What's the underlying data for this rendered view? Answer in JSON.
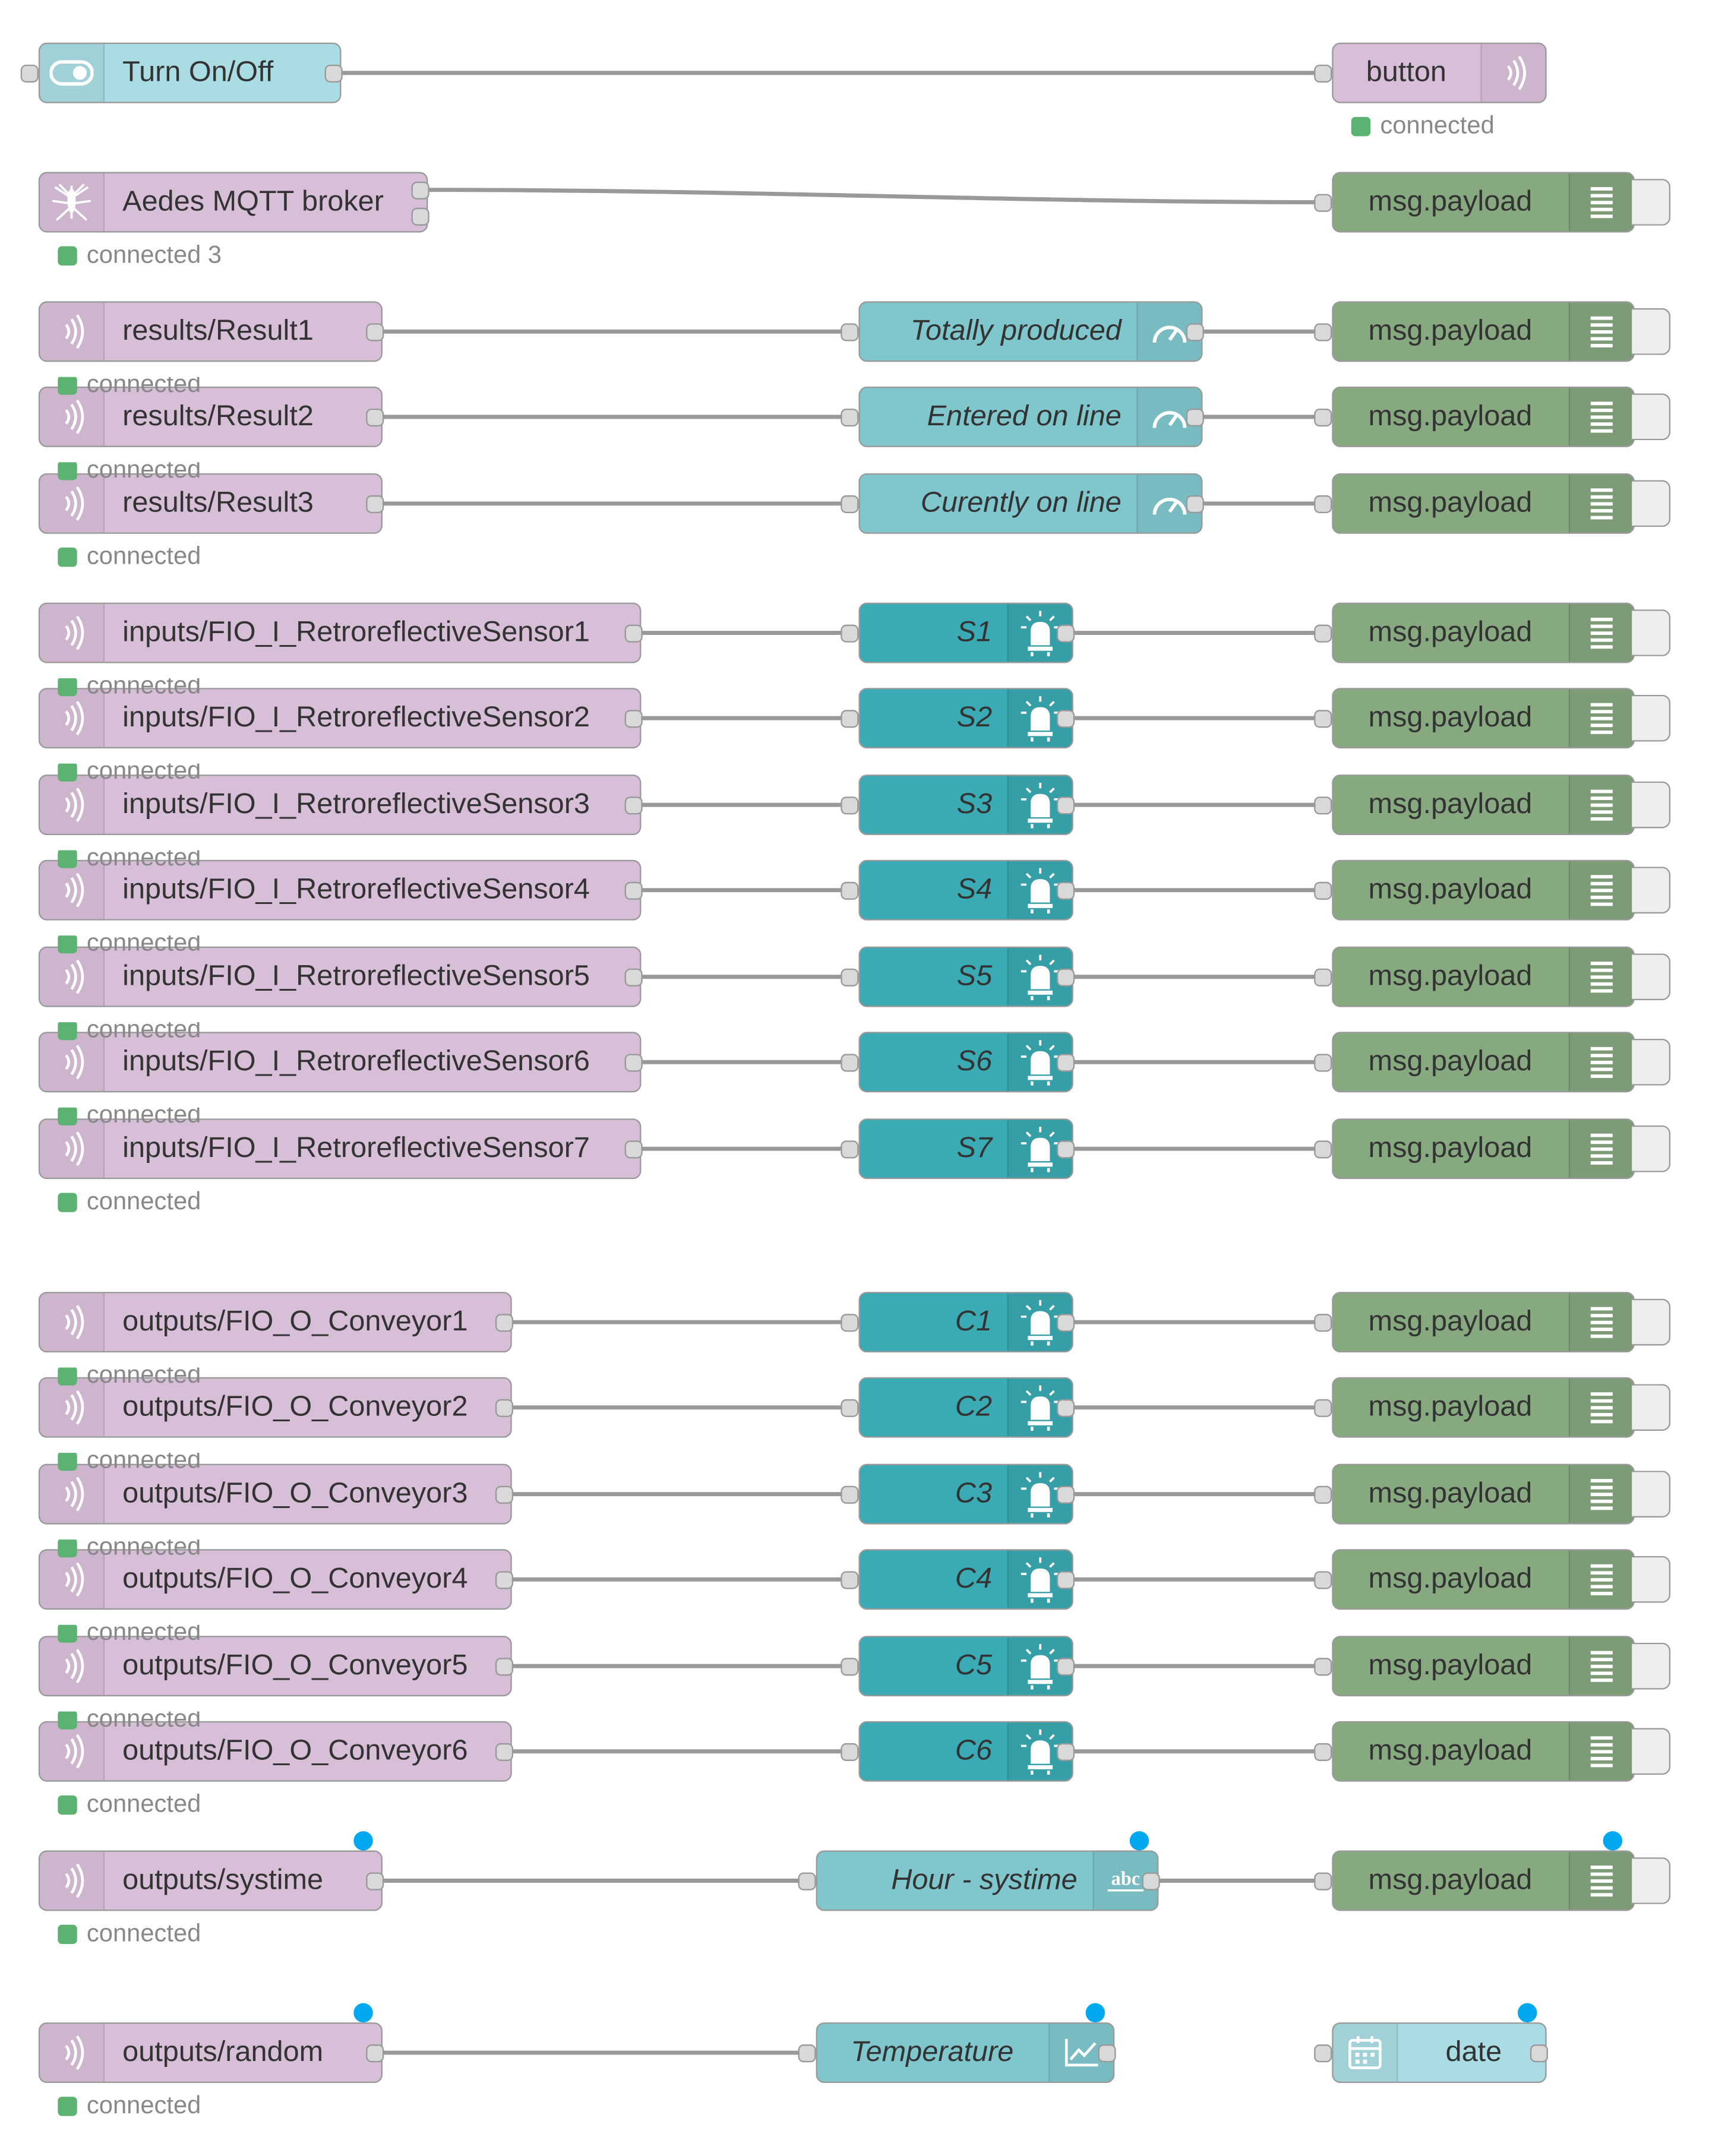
{
  "colors": {
    "mqtt_node": "#d8bfd8",
    "dashboard_node": "#7fc7cd",
    "led_node": "#3aabb4",
    "debug_node": "#87a980",
    "inject_node": "#a9dde3",
    "status_connected": "#5cb270",
    "changed_dot": "#00a8f0",
    "wire": "#999999"
  },
  "icons": {
    "mqtt": "mqtt-wave-icon",
    "switch": "toggle-switch-icon",
    "button": "button-wave-icon",
    "aedes": "mosquito-icon",
    "gauge": "gauge-icon",
    "led": "led-alarm-icon",
    "text": "abc-text-icon",
    "chart": "line-chart-icon",
    "debug": "list-icon",
    "inject": "calendar-icon"
  },
  "flow": {
    "switch": {
      "label": "Turn On/Off"
    },
    "button": {
      "label": "button",
      "status": "connected"
    },
    "broker": {
      "label": "Aedes MQTT broker",
      "status": "connected 3"
    },
    "debug_label": "msg.payload",
    "results": [
      {
        "topic": "results/Result1",
        "gauge": "Totally produced"
      },
      {
        "topic": "results/Result2",
        "gauge": "Entered on line"
      },
      {
        "topic": "results/Result3",
        "gauge": "Curently on line"
      }
    ],
    "results_status": "connected",
    "sensors": [
      {
        "topic": "inputs/FIO_I_RetroreflectiveSensor1",
        "led": "S1"
      },
      {
        "topic": "inputs/FIO_I_RetroreflectiveSensor2",
        "led": "S2"
      },
      {
        "topic": "inputs/FIO_I_RetroreflectiveSensor3",
        "led": "S3"
      },
      {
        "topic": "inputs/FIO_I_RetroreflectiveSensor4",
        "led": "S4"
      },
      {
        "topic": "inputs/FIO_I_RetroreflectiveSensor5",
        "led": "S5"
      },
      {
        "topic": "inputs/FIO_I_RetroreflectiveSensor6",
        "led": "S6"
      },
      {
        "topic": "inputs/FIO_I_RetroreflectiveSensor7",
        "led": "S7"
      }
    ],
    "sensors_status": "connected",
    "conveyors": [
      {
        "topic": "outputs/FIO_O_Conveyor1",
        "led": "C1"
      },
      {
        "topic": "outputs/FIO_O_Conveyor2",
        "led": "C2"
      },
      {
        "topic": "outputs/FIO_O_Conveyor3",
        "led": "C3"
      },
      {
        "topic": "outputs/FIO_O_Conveyor4",
        "led": "C4"
      },
      {
        "topic": "outputs/FIO_O_Conveyor5",
        "led": "C5"
      },
      {
        "topic": "outputs/FIO_O_Conveyor6",
        "led": "C6"
      }
    ],
    "conveyors_status": "connected",
    "systime": {
      "topic": "outputs/systime",
      "text": "Hour - systime",
      "status": "connected"
    },
    "random": {
      "topic": "outputs/random",
      "chart": "Temperature",
      "status": "connected"
    },
    "inject": {
      "label": "date"
    }
  }
}
